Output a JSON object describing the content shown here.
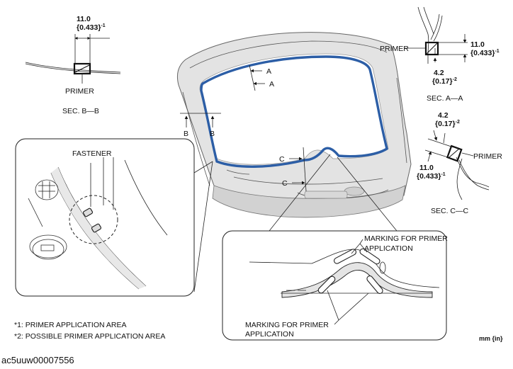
{
  "colors": {
    "sealer": "#2c5ea6",
    "panel": "#e1e1e1",
    "panel_dark": "#bdbdbd",
    "line": "#222222"
  },
  "sec_bb": {
    "dim_value": "11.0",
    "dim_inch": "{0.433}",
    "dim_note": "-1",
    "primer": "PRIMER",
    "title": "SEC. B—B"
  },
  "sec_aa": {
    "primer": "PRIMER",
    "dim1_value": "11.0",
    "dim1_inch": "{0.433}",
    "dim1_note": "-1",
    "dim2_value": "4.2",
    "dim2_inch": "{0.17}",
    "dim2_note": "-2",
    "title": "SEC. A—A"
  },
  "sec_cc": {
    "dim1_value": "4.2",
    "dim1_inch": "{0.17}",
    "dim1_note": "-2",
    "primer": "PRIMER",
    "dim2_value": "11.0",
    "dim2_inch": "{0.433}",
    "dim2_note": "-1",
    "title": "SEC. C—C"
  },
  "markers": {
    "a": "A",
    "b": "B",
    "c": "C"
  },
  "detail_left": {
    "label": "FASTENER"
  },
  "detail_right": {
    "label_top_1": "MARKING FOR PRIMER",
    "label_top_2": "APPLICATION",
    "label_bottom_1": "MARKING FOR PRIMER",
    "label_bottom_2": "APPLICATION"
  },
  "notes": {
    "note1": "*1: PRIMER APPLICATION AREA",
    "note2": "*2: POSSIBLE PRIMER APPLICATION AREA"
  },
  "units": "mm {in}",
  "figure_code": "ac5uuw00007556"
}
